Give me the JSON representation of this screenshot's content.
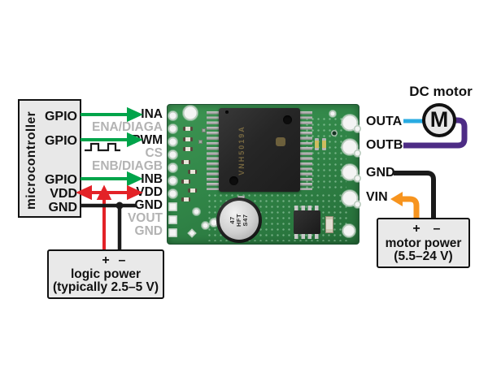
{
  "mcu": {
    "title": "microcontroller",
    "pins": [
      "GPIO",
      "GPIO",
      "GPIO",
      "VDD",
      "GND"
    ]
  },
  "pins_left": [
    {
      "name": "INA",
      "dim": false
    },
    {
      "name": "ENA/DIAGA",
      "dim": true
    },
    {
      "name": "PWM",
      "dim": false
    },
    {
      "name": "CS",
      "dim": true
    },
    {
      "name": "ENB/DIAGB",
      "dim": true
    },
    {
      "name": "INB",
      "dim": false
    },
    {
      "name": "VDD",
      "dim": false
    },
    {
      "name": "GND",
      "dim": false
    },
    {
      "name": "VOUT",
      "dim": true
    },
    {
      "name": "GND",
      "dim": true
    }
  ],
  "pins_right": [
    "OUTA",
    "OUTB",
    "GND",
    "VIN"
  ],
  "motor": {
    "label": "DC motor",
    "symbol": "M"
  },
  "logic_power": {
    "plus": "+",
    "minus": "–",
    "name": "logic power",
    "range": "(typically 2.5–5 V)"
  },
  "motor_power": {
    "plus": "+",
    "minus": "–",
    "name": "motor power",
    "range": "(5.5–24 V)"
  },
  "board": {
    "cap_lines": [
      "47",
      "HFT",
      "S47"
    ],
    "chip_marking": "VNH5019A"
  },
  "colors": {
    "signal_green": "#00a44a",
    "power_red": "#e32227",
    "ground_black": "#1a1a1a",
    "outa_blue": "#29abe2",
    "outb_purple": "#4d2c85",
    "vin_orange": "#f7941e",
    "gray_label": "#b3b3b3",
    "pcb_green": "#318648"
  }
}
